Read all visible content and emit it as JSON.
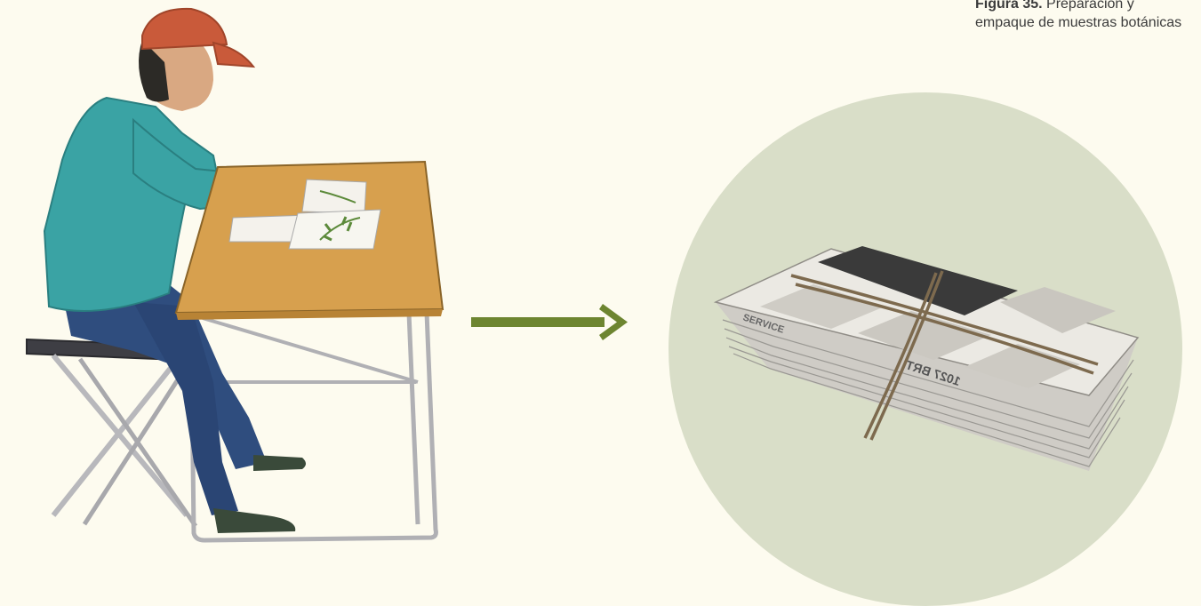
{
  "caption": {
    "figure_label": "Figura 35.",
    "text": " Preparación y empaque de muestras botánicas"
  },
  "newspaper_text": {
    "front": "1027 BRT",
    "side": "SERVICE"
  },
  "colors": {
    "background": "#fdfbef",
    "circle": "#d9dec8",
    "arrow": "#6d8530",
    "shirt": "#3aa3a4",
    "cap": "#c95a3a",
    "table": "#d7a04e"
  }
}
